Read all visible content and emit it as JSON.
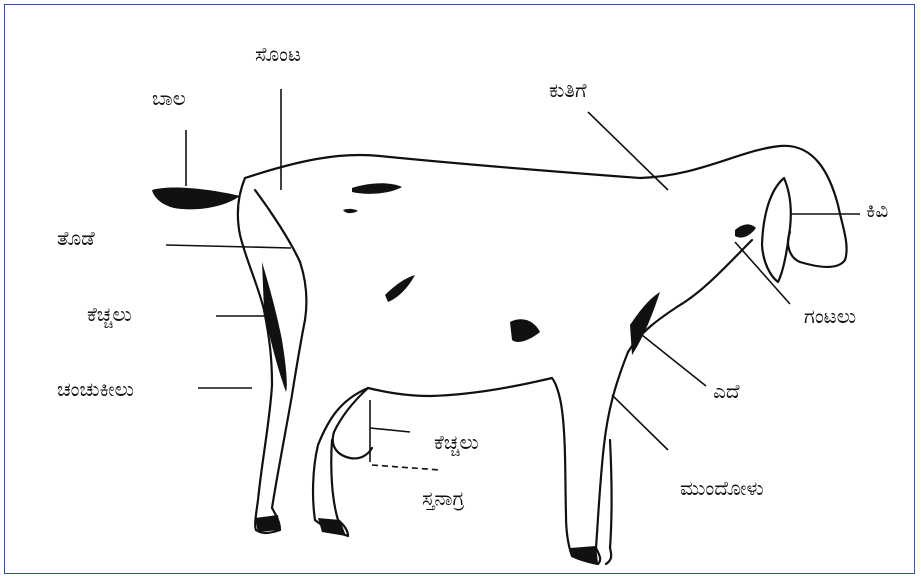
{
  "labels": {
    "tail": "ಬಾಲ",
    "pin_bone": "ಸೊಂಟ",
    "neck": "ಕುತಿಗೆ",
    "thigh": "ತೊಡೆ",
    "ear": "ಕಿವಿ",
    "hock_left": "ಕೆಚ್ಚಲು",
    "wattle": "ಗಂಟಲು",
    "hock_joint": "ಚಂಚುಕೀಲು",
    "chest": "ಎದೆ",
    "udder": "ಕೆಚ್ಚಲು",
    "foreleg": "ಮುಂದೋಳು",
    "teat": "ಸ್ತನಾಗ್ರ"
  },
  "colors": {
    "border": "#2f5597",
    "ink": "#111111"
  }
}
